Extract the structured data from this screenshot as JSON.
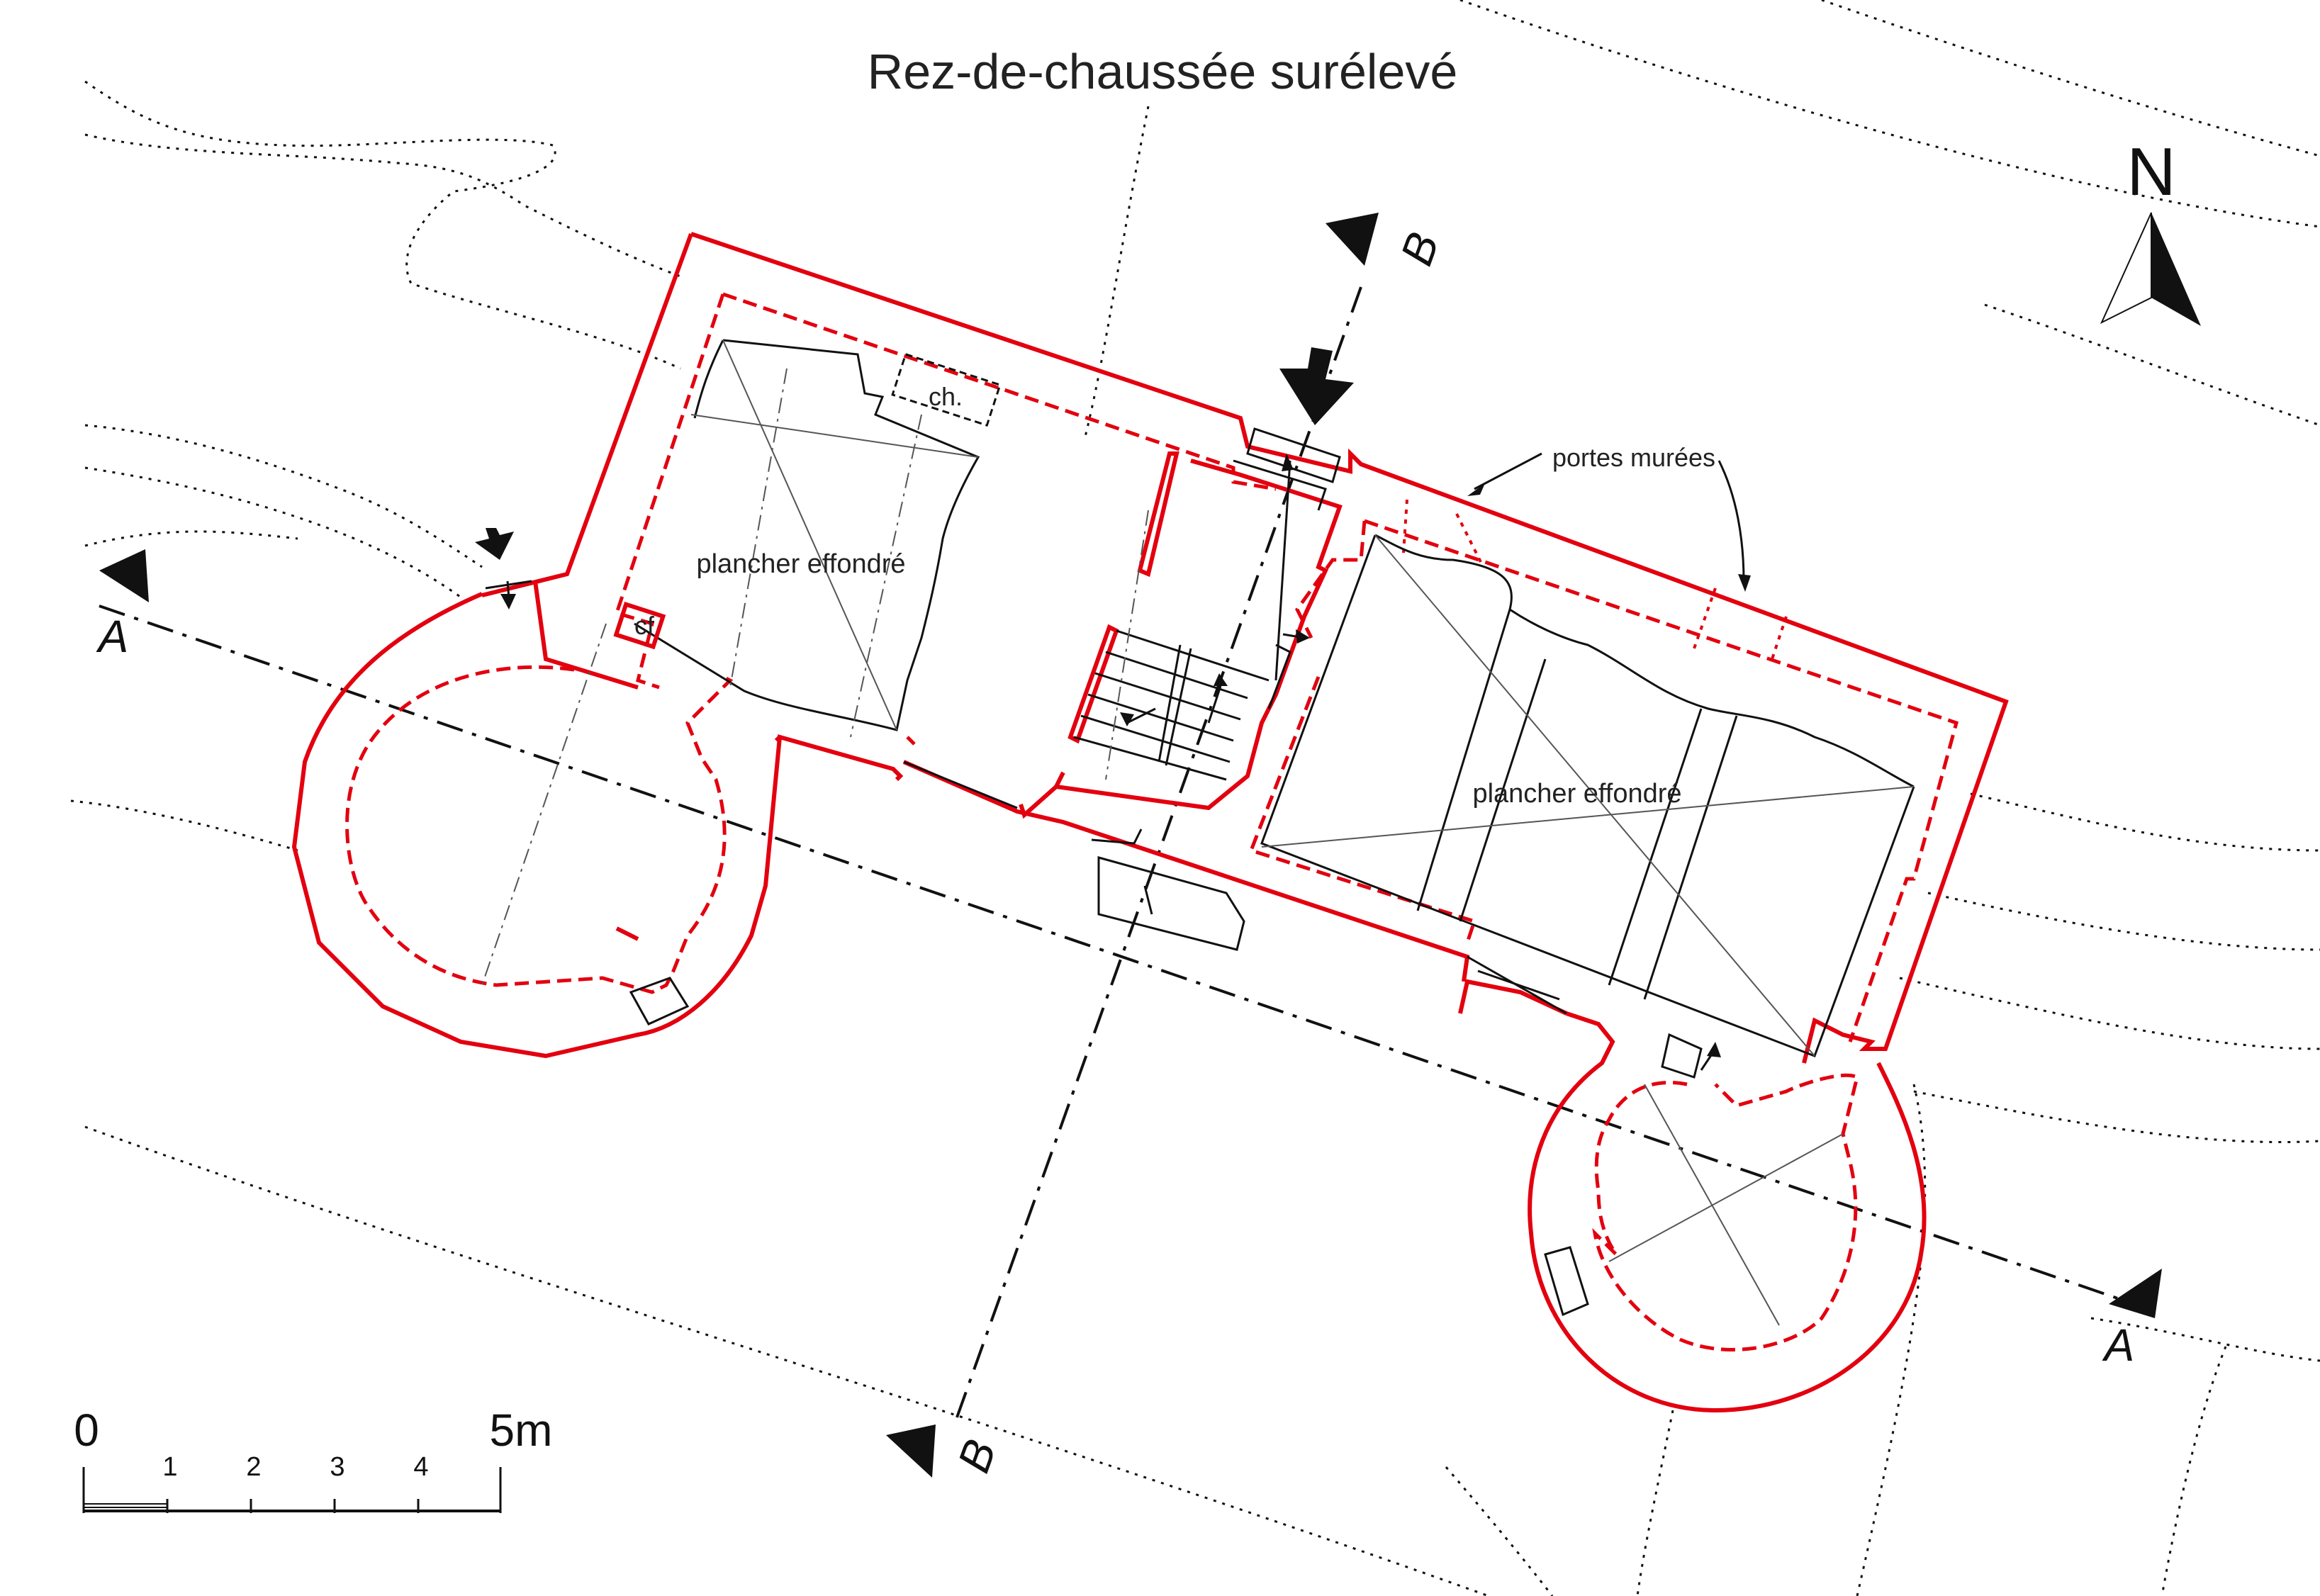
{
  "title": "Rez-de-chaussée surélevé",
  "rooms": {
    "left_floor": "plancher effondré",
    "right_floor": "plancher effondré",
    "chimney": "ch.",
    "cupboard": "cf"
  },
  "annotation": "portes murées",
  "section_labels": {
    "a_left": "A",
    "a_right": "A",
    "b_top": "B",
    "b_bottom": "B"
  },
  "north_label": "N",
  "scale": {
    "start": "0",
    "end": "5m",
    "ticks": [
      "1",
      "2",
      "3",
      "4"
    ]
  },
  "colors": {
    "walls": "#e3000f",
    "lines": "#111111"
  }
}
